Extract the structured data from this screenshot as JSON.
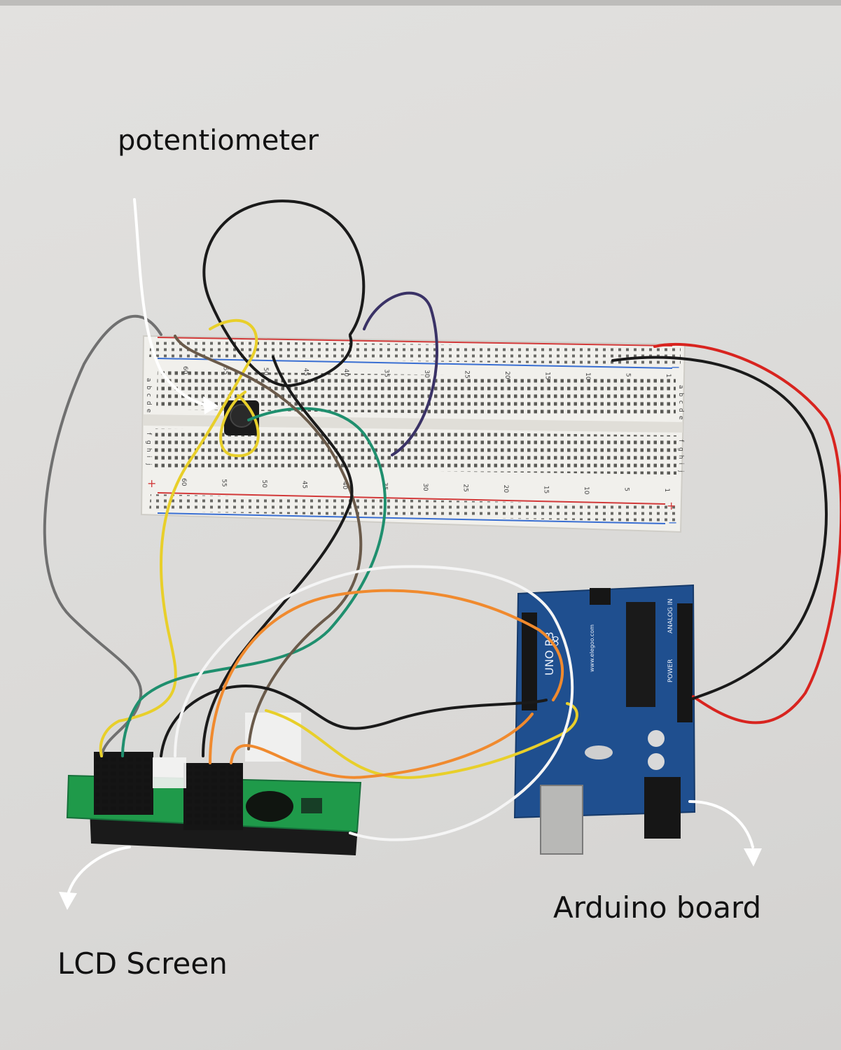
{
  "labels": {
    "potentiometer": "potentiometer",
    "lcd": "LCD Screen",
    "arduino": "Arduino board"
  },
  "breadboard": {
    "column_numbers_top": [
      "60",
      "55",
      "50",
      "45",
      "40",
      "35",
      "30",
      "25",
      "20",
      "15",
      "10",
      "5",
      "1"
    ],
    "column_numbers_bottom": [
      "60",
      "55",
      "50",
      "45",
      "40",
      "35",
      "30",
      "25",
      "20",
      "15",
      "10",
      "5",
      "1"
    ],
    "row_letters_upper": [
      "a",
      "b",
      "c",
      "d",
      "e"
    ],
    "row_letters_lower": [
      "f",
      "g",
      "h",
      "i",
      "j"
    ],
    "plus_sign": "+",
    "minus_sign": "−"
  },
  "arduino": {
    "model": "UNO R3",
    "website": "www.elegoo.com",
    "analog_label": "ANALOG IN",
    "power_label": "POWER",
    "brand_mark": "∞"
  },
  "colors": {
    "background": "#dddcda",
    "breadboard": "#f1f0ec",
    "arduino_pcb": "#1f4f8f",
    "lcd_pcb": "#1f9a4a",
    "rail_red": "#d23a3a",
    "rail_blue": "#3a6fd2",
    "wire_black": "#1a1a1a",
    "wire_gray": "#707070",
    "wire_yellow": "#e8cf2a",
    "wire_green": "#1f8f6e",
    "wire_brown": "#6a5a4a",
    "wire_purple": "#3a3266",
    "wire_white": "#f5f5f5",
    "wire_orange": "#f08a2e",
    "wire_red": "#d8241f"
  }
}
